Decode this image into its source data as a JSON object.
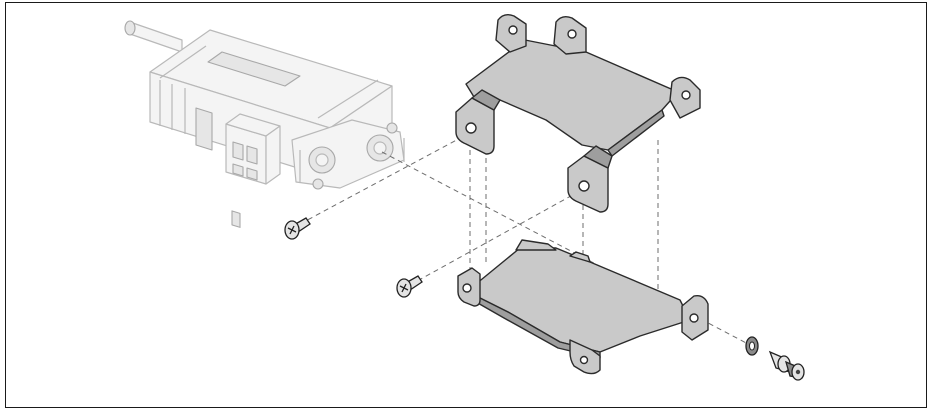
{
  "figure": {
    "background_color": "#ffffff",
    "border_color": "#1a1a1a",
    "bracket_fill": "#c9c9c9",
    "bracket_shadow": "#9e9e9e",
    "ghost_part_fill": "#f4f4f4",
    "components": {
      "servo": "servo-motor",
      "upper_bracket": "upper-mounting-bracket",
      "lower_bracket": "lower-mounting-bracket",
      "screws": [
        "flat-head-screw",
        "flat-head-screw",
        "socket-head-screw"
      ],
      "washer": "washer"
    }
  }
}
